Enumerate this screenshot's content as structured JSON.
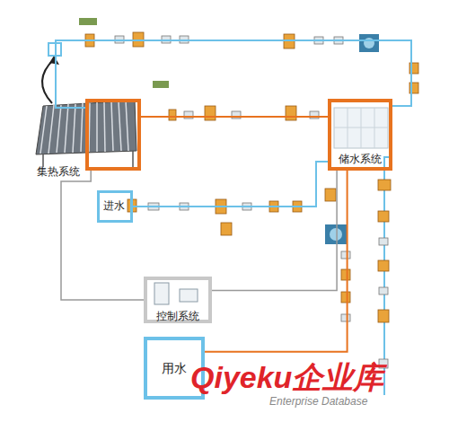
{
  "diagram": {
    "nodes": [
      {
        "text": [
          "集热系统"
        ]
      },
      {
        "text": [
          "储水系统"
        ]
      },
      {
        "text": [
          "进水"
        ]
      },
      {
        "text": [
          "控制系统"
        ]
      },
      {
        "text": [
          "用水"
        ]
      }
    ],
    "edges": [
      {
        "from": 0,
        "to": 1,
        "arrow": "none"
      },
      {
        "from": 1,
        "to": 0,
        "arrow": "none"
      },
      {
        "from": 2,
        "to": 1,
        "arrow": "none"
      },
      {
        "from": 1,
        "to": 4,
        "arrow": "none"
      },
      {
        "from": 0,
        "to": 3,
        "arrow": "none"
      },
      {
        "from": 3,
        "to": 1,
        "arrow": "none"
      }
    ],
    "labels": [
      "Qiyeku企业库",
      "Enterprise Database"
    ]
  }
}
